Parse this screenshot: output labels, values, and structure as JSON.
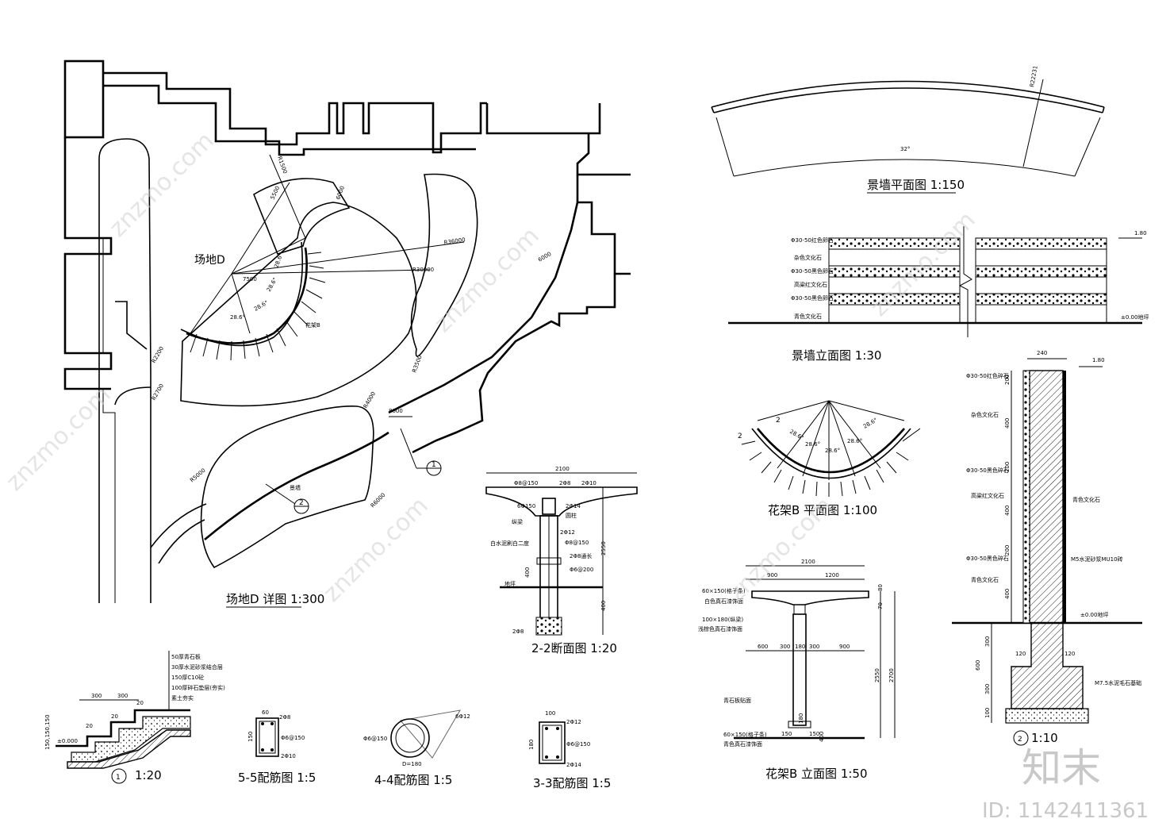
{
  "titles": {
    "site_d_detail": "场地D 详图  1:300",
    "wall_plan": "景墙平面图  1:150",
    "wall_elevation": "景墙立面图  1:30",
    "pergola_b_plan": "花架B 平面图  1:100",
    "section_22": "2-2断面图  1:20",
    "pergola_b_elev": "花架B 立面图    1:50",
    "detail_1_scale": "1:20",
    "rebar_55": "5-5配筋图    1:5",
    "rebar_44": "4-4配筋图    1:5",
    "rebar_33": "3-3配筋图    1:5",
    "detail_2_scale": "1:10"
  },
  "site_plan": {
    "site_label": "场地D",
    "r_labels": [
      "R1500",
      "R36000",
      "R30000",
      "R2200",
      "R2700",
      "R3500",
      "R4000",
      "R5000",
      "R6000"
    ],
    "dims": [
      "5500",
      "6000",
      "7500",
      "6000",
      "8000"
    ],
    "angles": [
      "28.6°",
      "28.6°",
      "28.6°",
      "28.6°"
    ],
    "callouts": [
      "花架B",
      "景墙"
    ],
    "markers": [
      "1",
      "2"
    ]
  },
  "wall_plan": {
    "radius": "R22231",
    "angle": "32°"
  },
  "wall_elevation": {
    "labels": [
      "Φ30-50红色卵石",
      "杂色文化石",
      "Φ30-50黑色卵石",
      "高粱红文化石",
      "Φ30-50黑色卵石",
      "青色文化石"
    ],
    "level_top": "1.80",
    "level_base": "±0.00地坪"
  },
  "wall_section": {
    "width": "240",
    "level_top": "1.80",
    "left_labels": [
      "Φ30-50红色碎石",
      "杂色文化石",
      "Φ30-50黑色碎石",
      "高粱红文化石",
      "Φ30-50黑色碎石",
      "青色文化石"
    ],
    "dims": [
      "200",
      "400",
      "200",
      "400",
      "200",
      "400"
    ],
    "right_labels": [
      "青色文化石",
      "M5水泥砂浆MU10砖",
      "±0.00地坪",
      "M7.5水泥毛石基础"
    ],
    "foot_dims": [
      "120",
      "120",
      "300",
      "600",
      "300",
      "100"
    ]
  },
  "pergola_plan": {
    "angles": [
      "28.6°",
      "28.6°",
      "28.6°",
      "28.6°",
      "28.6°"
    ],
    "marks": [
      "2",
      "2"
    ]
  },
  "section_22": {
    "width": "2100",
    "height": "2550",
    "base": "400",
    "base2": "400",
    "labels": [
      "Φ8@150",
      "2Φ8",
      "2Φ10",
      "6Φ150",
      "2Φ14",
      "纵梁",
      "圆柱",
      "2Φ12",
      "白水泥刷白二度",
      "Φ8@150",
      "2Φ8通长",
      "Φ6@200",
      "地坪",
      "2Φ8"
    ]
  },
  "pergola_elev": {
    "dims_top": [
      "2100",
      "900",
      "1200"
    ],
    "dims_mid": [
      "600",
      "300",
      "180",
      "300",
      "900"
    ],
    "labels": [
      "60×150(格子条)",
      "白色真石漆饰面",
      "100×180(纵梁)",
      "浅棕色真石漆饰面",
      "青石板贴面",
      "60×150(格子条)",
      "青色真石漆饰面"
    ],
    "heights": [
      "80",
      "70",
      "2550",
      "2700",
      "400",
      "180",
      "150",
      "150"
    ]
  },
  "step_detail": {
    "layers": [
      "50厚青石板",
      "30厚水泥砂浆结合层",
      "150厚C10砼",
      "100厚碎石垫层(夯实)",
      "素土夯实"
    ],
    "dims": [
      "300",
      "300",
      "20",
      "20",
      "20",
      "150,150,150",
      "±0.000"
    ],
    "marker": "1"
  },
  "rebar": {
    "r55": [
      "60",
      "2Φ8",
      "Φ6@150",
      "2Φ10",
      "150"
    ],
    "r44": [
      "6Φ12",
      "Φ6@150",
      "D=180"
    ],
    "r33": [
      "100",
      "2Φ12",
      "Φ6@150",
      "2Φ14",
      "180"
    ]
  },
  "watermark": {
    "text": "znzmo.com",
    "brand": "知末",
    "id": "ID: 1142411361"
  }
}
